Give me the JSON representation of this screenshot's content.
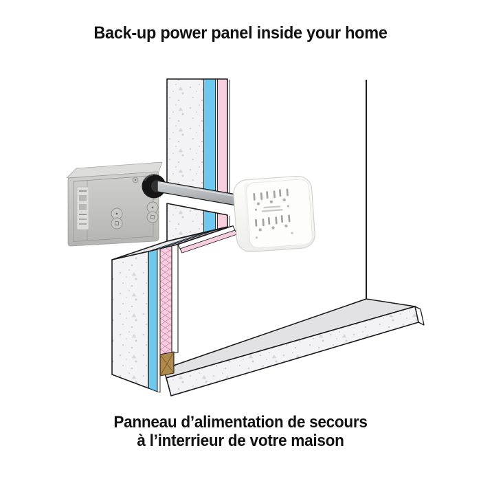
{
  "title": "Back-up power panel inside your home",
  "caption": {
    "line1": "Panneau d’alimentation de secours",
    "line2": "à l’interrieur de votre maison"
  },
  "diagram": {
    "parts": [
      "power-inlet-box",
      "cable-grommet",
      "conduit",
      "outlet-panel",
      "exterior-concrete-wall-upper",
      "foam-insulation-board",
      "gypsum-sheathing",
      "exterior-concrete-wall-lower",
      "batt-insulation",
      "interior-drywall",
      "wood-sill-plate",
      "floor-slab",
      "back-wall-corner"
    ],
    "outlet_count": 6
  },
  "colors": {
    "ink": "#111111",
    "outline": "#1a1a1a",
    "wall-blue": "#6fc8ee",
    "wall-pink": "#f6cede",
    "batt-line": "#d191b0",
    "concrete": "#f3f3f5",
    "concrete-top": "#e9e9eb",
    "slab-top": "#e2e2e4",
    "speck": "#cfcfd3",
    "box-top": "#dcdcda",
    "box-light": "#d0d0ce",
    "box-dark": "#b4b4b2",
    "box-detail": "#9b9b99",
    "grommet": "#161616",
    "grommet-bore": "#333333",
    "conduit-light": "#d3d6d8",
    "conduit-dark": "#93979a",
    "panel-white": "#fdfdfc",
    "panel-shade": "#ededeb",
    "panel-slot": "#a2a2a0",
    "wood": "#b08a4d",
    "wood-dark": "#7a5a28"
  }
}
